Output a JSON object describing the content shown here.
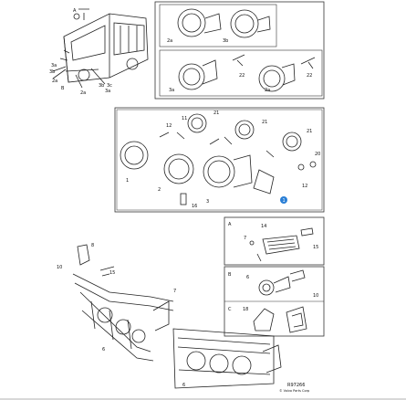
{
  "labels": {
    "a": "A",
    "b": "B",
    "c": "C",
    "l1": "1",
    "l2": "2",
    "l3": "3",
    "l3a": "3a",
    "l3b": "3b",
    "l6": "6",
    "l7": "7",
    "l8": "8",
    "l10": "10",
    "l11": "11",
    "l12": "12",
    "l14": "14",
    "l15": "15",
    "l16": "16",
    "l18": "18",
    "l20": "20",
    "l21": "21",
    "l22": "22",
    "l2a": "2a",
    "l2a2": "2a",
    "l2a3": "2a",
    "l3a2": "3a",
    "l3a3": "3a",
    "l3b2": "3b",
    "l3c": "3c",
    "l3c2": "3c",
    "l3b3": "3b",
    "l2a4": "2a",
    "l3a4": "3a",
    "l3b4": "3b",
    "l3b5": "3b"
  },
  "callout": {
    "number": "1",
    "color": "#2a7fd6"
  },
  "footer": {
    "code": "R97266",
    "copyright": "© Volvo Parts Corp"
  },
  "colors": {
    "line": "#222222",
    "frame": "#333333"
  }
}
